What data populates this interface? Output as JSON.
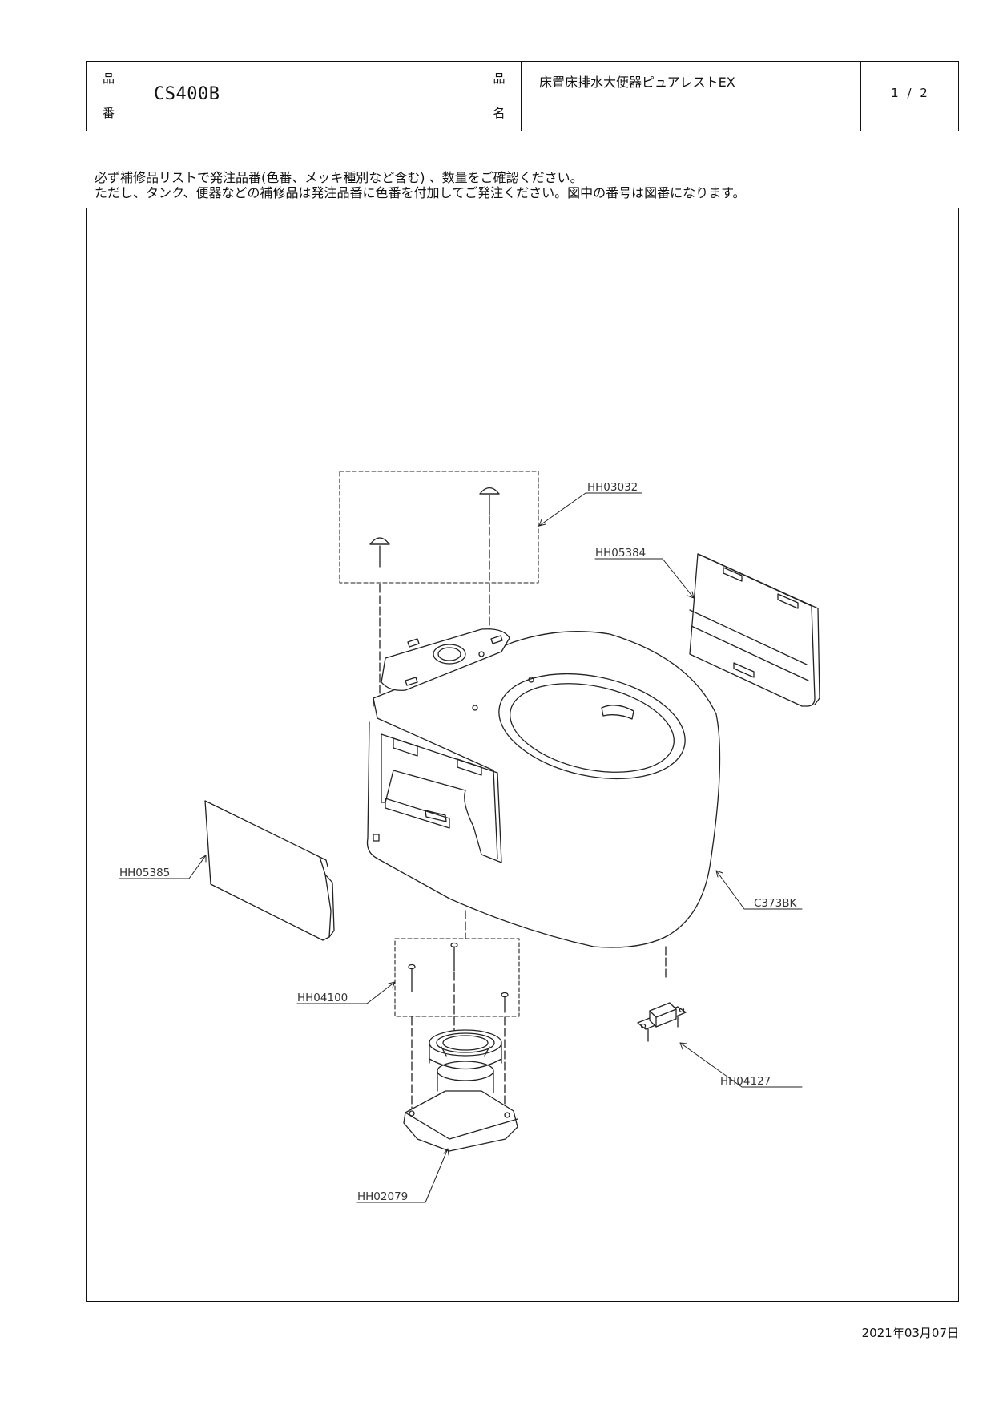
{
  "header": {
    "product_no_label_top": "品",
    "product_no_label_bottom": "番",
    "product_no": "CS400B",
    "product_name_label_top": "品",
    "product_name_label_bottom": "名",
    "product_name": "床置床排水大便器ピュアレストEX",
    "page": "1 / 2"
  },
  "notes": {
    "line1": "必ず補修品リストで発注品番(色番、メッキ種別など含む) 、数量をご確認ください。",
    "line2": "ただし、タンク、便器などの補修品は発注品番に色番を付加してご発注ください。図中の番号は図番になります。"
  },
  "parts": {
    "hh03032": "HH03032",
    "hh05384": "HH05384",
    "hh05385": "HH05385",
    "c373bk": "C373BK",
    "hh04100": "HH04100",
    "hh04127": "HH04127",
    "hh02079": "HH02079"
  },
  "footer": {
    "date": "2021年03月07日"
  }
}
